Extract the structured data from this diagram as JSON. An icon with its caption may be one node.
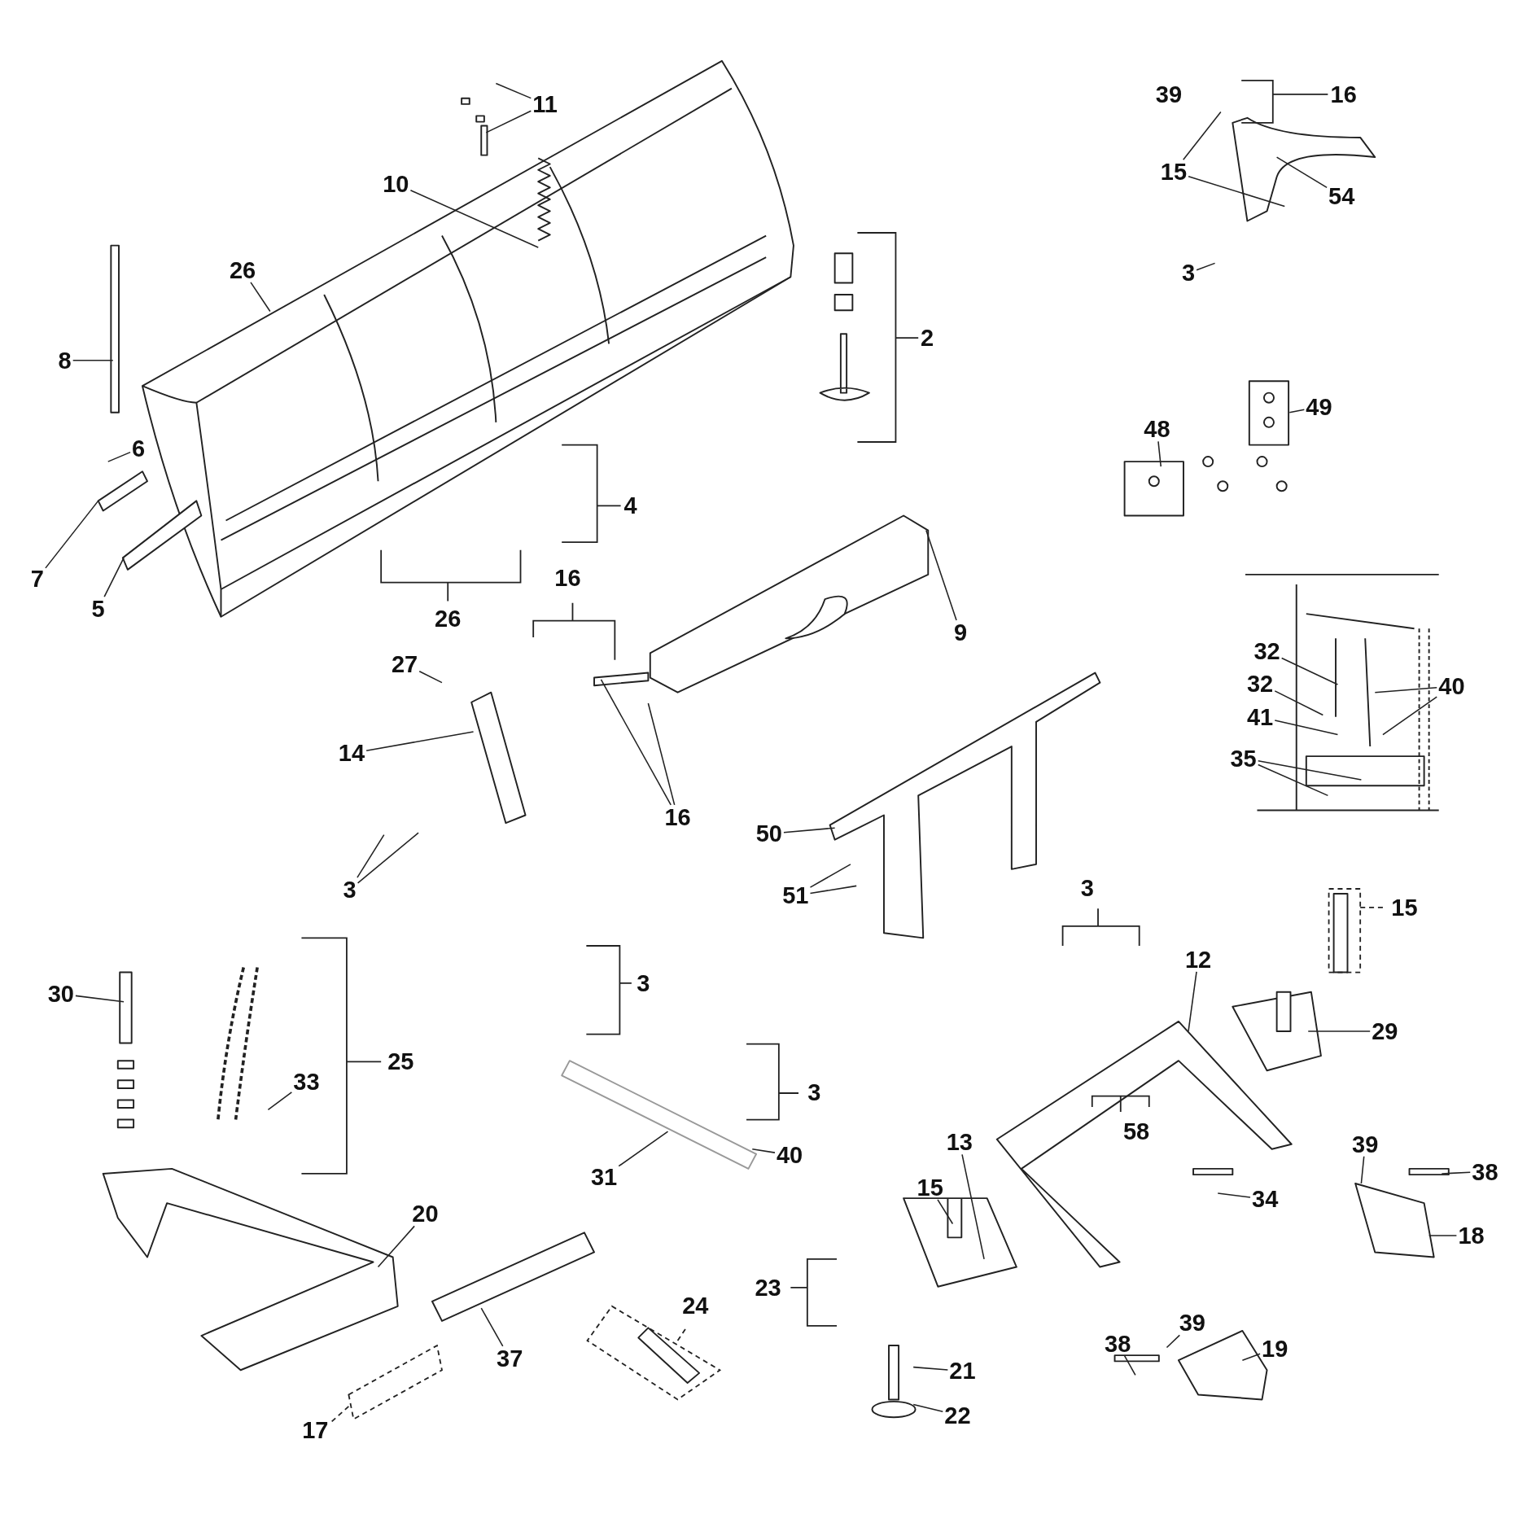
{
  "diagram": {
    "nodes": [
      {
        "text": [
          "11"
        ]
      },
      {
        "text": [
          "15"
        ]
      },
      {
        "text": [
          "10"
        ]
      },
      {
        "text": [
          "54"
        ]
      },
      {
        "text": [
          "26"
        ]
      },
      {
        "text": [
          "3"
        ]
      },
      {
        "text": [
          "8"
        ]
      },
      {
        "text": [
          "49"
        ]
      },
      {
        "text": [
          "48"
        ]
      },
      {
        "text": [
          "6"
        ]
      },
      {
        "text": [
          "7"
        ]
      },
      {
        "text": [
          "5"
        ]
      },
      {
        "text": [
          "9"
        ]
      },
      {
        "text": [
          "32"
        ]
      },
      {
        "text": [
          "27"
        ]
      },
      {
        "text": [
          "32"
        ]
      },
      {
        "text": [
          "40"
        ]
      },
      {
        "text": [
          "41"
        ]
      },
      {
        "text": [
          "14"
        ]
      },
      {
        "text": [
          "35"
        ]
      },
      {
        "text": [
          "16"
        ]
      },
      {
        "text": [
          "50"
        ]
      },
      {
        "text": [
          "3"
        ]
      },
      {
        "text": [
          "51"
        ]
      },
      {
        "text": [
          "12"
        ]
      },
      {
        "text": [
          "30"
        ]
      },
      {
        "text": [
          "29"
        ]
      },
      {
        "text": [
          "33"
        ]
      },
      {
        "text": [
          "13"
        ]
      },
      {
        "text": [
          "40"
        ]
      },
      {
        "text": [
          "39"
        ]
      },
      {
        "text": [
          "38"
        ]
      },
      {
        "text": [
          "31"
        ]
      },
      {
        "text": [
          "15"
        ]
      },
      {
        "text": [
          "34"
        ]
      },
      {
        "text": [
          "20"
        ]
      },
      {
        "text": [
          "18"
        ]
      },
      {
        "text": [
          "37"
        ]
      },
      {
        "text": [
          "39"
        ]
      },
      {
        "text": [
          "38"
        ]
      },
      {
        "text": [
          "19"
        ]
      },
      {
        "text": [
          "21"
        ]
      },
      {
        "text": [
          "22"
        ]
      }
    ],
    "edges": [
      {
        "from": 0,
        "to": null,
        "arrow": "none"
      },
      {
        "from": 0,
        "to": null,
        "arrow": "none"
      },
      {
        "from": 1,
        "to": null,
        "arrow": "none"
      },
      {
        "from": 1,
        "to": null,
        "arrow": "none"
      },
      {
        "from": 2,
        "to": null,
        "arrow": "none"
      },
      {
        "from": 3,
        "to": null,
        "arrow": "none"
      },
      {
        "from": 4,
        "to": null,
        "arrow": "none"
      },
      {
        "from": 5,
        "to": null,
        "arrow": "none"
      },
      {
        "from": 6,
        "to": null,
        "arrow": "none"
      },
      {
        "from": 7,
        "to": null,
        "arrow": "none"
      },
      {
        "from": 8,
        "to": null,
        "arrow": "none"
      },
      {
        "from": 9,
        "to": null,
        "arrow": "none"
      },
      {
        "from": 10,
        "to": null,
        "arrow": "none"
      },
      {
        "from": 11,
        "to": null,
        "arrow": "none"
      },
      {
        "from": 12,
        "to": null,
        "arrow": "none"
      },
      {
        "from": 13,
        "to": null,
        "arrow": "none"
      },
      {
        "from": 14,
        "to": null,
        "arrow": "none"
      },
      {
        "from": 15,
        "to": null,
        "arrow": "none"
      },
      {
        "from": 16,
        "to": null,
        "arrow": "none"
      },
      {
        "from": 16,
        "to": null,
        "arrow": "none"
      },
      {
        "from": 17,
        "to": null,
        "arrow": "none"
      },
      {
        "from": 18,
        "to": null,
        "arrow": "none"
      },
      {
        "from": 19,
        "to": null,
        "arrow": "none"
      },
      {
        "from": 19,
        "to": null,
        "arrow": "none"
      },
      {
        "from": 20,
        "to": null,
        "arrow": "none"
      },
      {
        "from": 20,
        "to": null,
        "arrow": "none"
      },
      {
        "from": 21,
        "to": null,
        "arrow": "none"
      },
      {
        "from": 22,
        "to": null,
        "arrow": "none"
      },
      {
        "from": 22,
        "to": null,
        "arrow": "none"
      },
      {
        "from": 23,
        "to": null,
        "arrow": "none"
      },
      {
        "from": 23,
        "to": null,
        "arrow": "none"
      },
      {
        "from": 24,
        "to": null,
        "arrow": "none"
      },
      {
        "from": 25,
        "to": null,
        "arrow": "none"
      },
      {
        "from": 26,
        "to": null,
        "arrow": "none"
      },
      {
        "from": 27,
        "to": null,
        "arrow": "none"
      },
      {
        "from": 28,
        "to": null,
        "arrow": "none"
      },
      {
        "from": 29,
        "to": null,
        "arrow": "none"
      },
      {
        "from": 30,
        "to": null,
        "arrow": "none"
      },
      {
        "from": 31,
        "to": null,
        "arrow": "none"
      },
      {
        "from": 32,
        "to": null,
        "arrow": "none"
      },
      {
        "from": 33,
        "to": null,
        "arrow": "none"
      },
      {
        "from": 34,
        "to": null,
        "arrow": "none"
      },
      {
        "from": 35,
        "to": null,
        "arrow": "none"
      },
      {
        "from": 36,
        "to": null,
        "arrow": "none"
      },
      {
        "from": 37,
        "to": null,
        "arrow": "none"
      },
      {
        "from": 38,
        "to": null,
        "arrow": "none"
      },
      {
        "from": 39,
        "to": null,
        "arrow": "none"
      },
      {
        "from": 40,
        "to": null,
        "arrow": "none"
      },
      {
        "from": 41,
        "to": null,
        "arrow": "none"
      },
      {
        "from": 42,
        "to": null,
        "arrow": "none"
      }
    ],
    "labels": [
      "39",
      "16",
      "2",
      "4",
      "26",
      "16",
      "3",
      "15",
      "3",
      "25",
      "3",
      "58",
      "23",
      "24",
      "17"
    ]
  }
}
